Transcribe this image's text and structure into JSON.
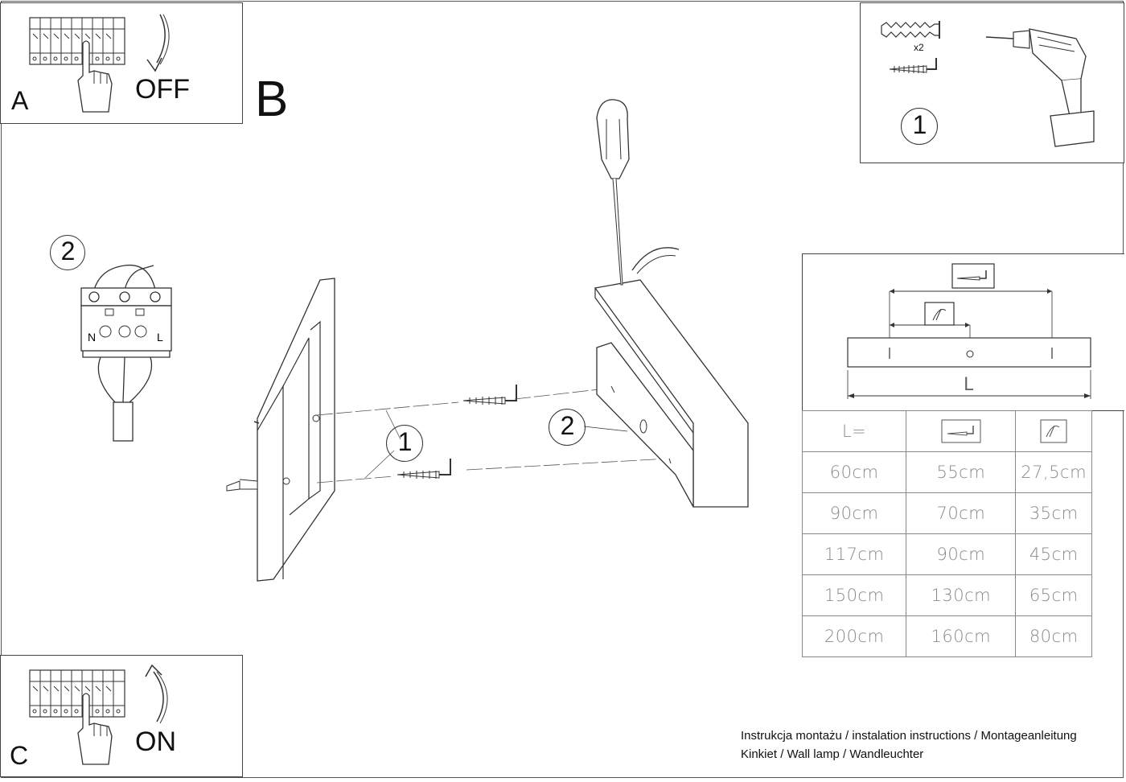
{
  "panels": {
    "a": {
      "letter": "A",
      "action": "OFF"
    },
    "b": {
      "letter": "B"
    },
    "c": {
      "letter": "C",
      "action": "ON"
    }
  },
  "steps": {
    "one": "1",
    "two": "2"
  },
  "fixings": {
    "quantity": "x2"
  },
  "dimension": {
    "length_label": "L"
  },
  "table": {
    "header": "L=",
    "rows": [
      [
        "60cm",
        "55cm",
        "27,5cm"
      ],
      [
        "90cm",
        "70cm",
        "35cm"
      ],
      [
        "117cm",
        "90cm",
        "45cm"
      ],
      [
        "150cm",
        "130cm",
        "65cm"
      ],
      [
        "200cm",
        "160cm",
        "80cm"
      ]
    ]
  },
  "footer": {
    "line1": "Instrukcja montażu / instalation instructions / Montageanleitung",
    "line2": "Kinkiet / Wall lamp / Wandleuchter"
  },
  "icons": [
    "circuit-breaker-icon",
    "hand-icon",
    "arrow-down-icon",
    "arrow-up-icon",
    "wall-plug-icon",
    "screw-icon",
    "drill-icon",
    "screwdriver-icon",
    "terminal-block-icon",
    "cable-icon"
  ]
}
